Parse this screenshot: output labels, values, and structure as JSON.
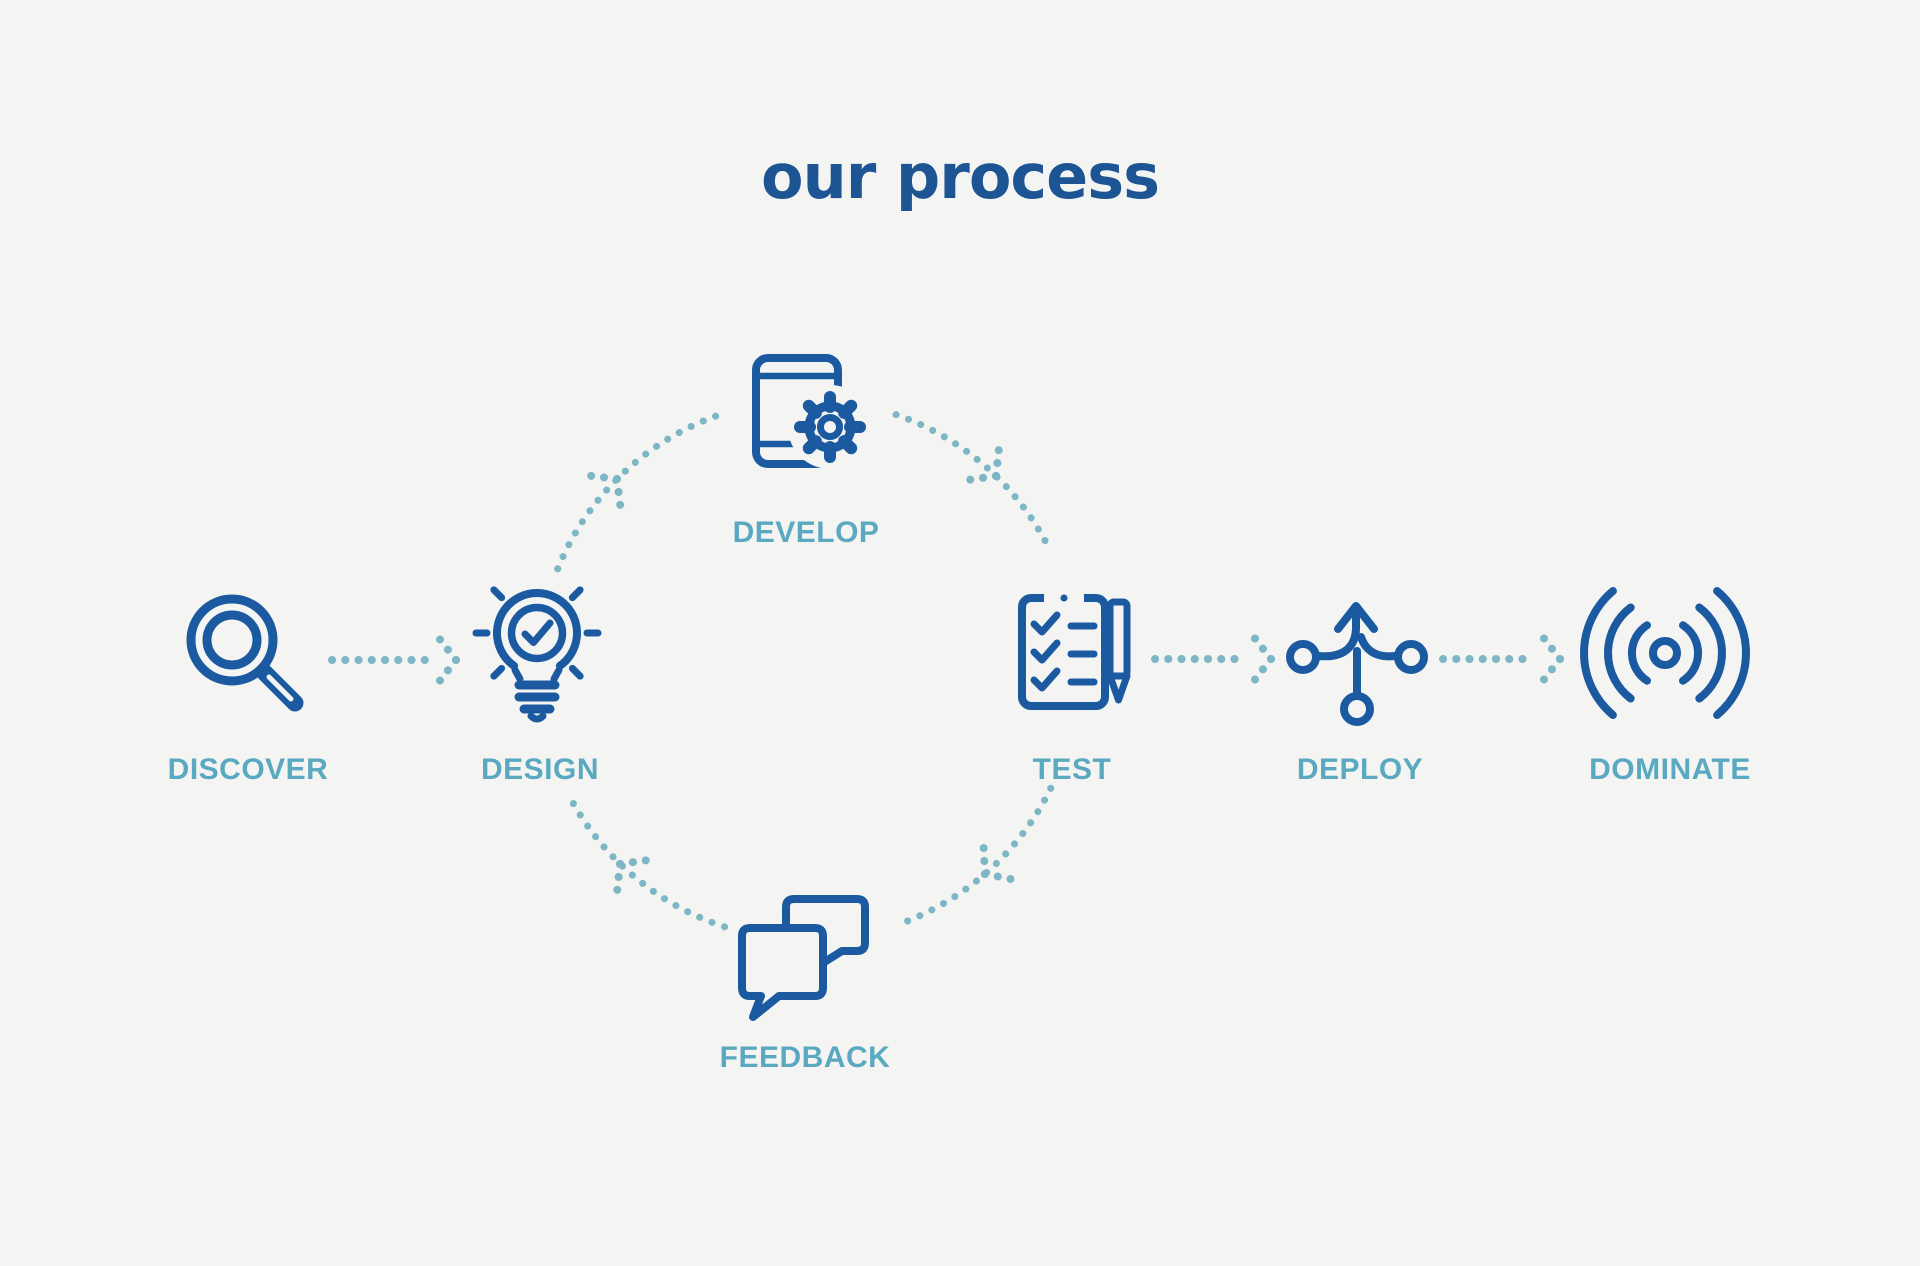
{
  "title": "our process",
  "colors": {
    "background": "#f4f4f2",
    "icon_blue": "#1b5aa1",
    "title_blue": "#1c5494",
    "label_teal": "#5ba9c1",
    "dot_teal": "#7db6c4"
  },
  "stages": [
    {
      "label": "DISCOVER",
      "icon": "search-icon"
    },
    {
      "label": "DESIGN",
      "icon": "lightbulb-check-icon"
    },
    {
      "label": "DEVELOP",
      "icon": "phone-gear-icon"
    },
    {
      "label": "TEST",
      "icon": "clipboard-checklist-pencil-icon"
    },
    {
      "label": "DEPLOY",
      "icon": "merge-arrow-icon"
    },
    {
      "label": "DOMINATE",
      "icon": "broadcast-signal-icon"
    },
    {
      "label": "FEEDBACK",
      "icon": "chat-bubbles-icon"
    }
  ],
  "connections": {
    "linear": [
      {
        "from": "DISCOVER",
        "to": "DESIGN"
      },
      {
        "from": "TEST",
        "to": "DEPLOY"
      },
      {
        "from": "DEPLOY",
        "to": "DOMINATE"
      }
    ],
    "loop": [
      "DESIGN",
      "DEVELOP",
      "TEST",
      "FEEDBACK"
    ]
  }
}
